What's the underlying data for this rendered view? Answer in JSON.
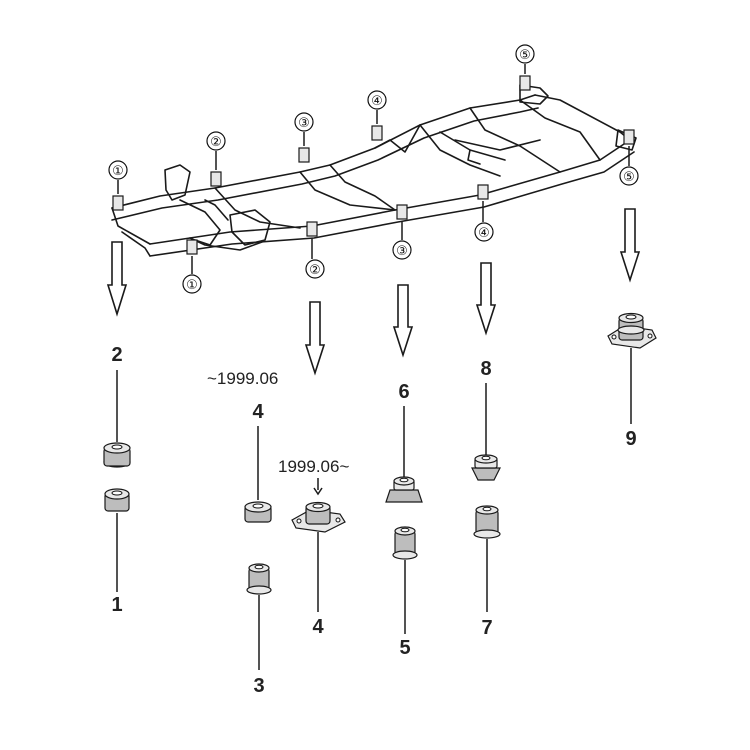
{
  "callouts_frame": [
    {
      "id": "frame-callout-1-left",
      "text": "①"
    },
    {
      "id": "frame-callout-1-front",
      "text": "①"
    },
    {
      "id": "frame-callout-2-top",
      "text": "②"
    },
    {
      "id": "frame-callout-2-bottom",
      "text": "②"
    },
    {
      "id": "frame-callout-3-top",
      "text": "③"
    },
    {
      "id": "frame-callout-3-bottom",
      "text": "③"
    },
    {
      "id": "frame-callout-4-top",
      "text": "④"
    },
    {
      "id": "frame-callout-4-bottom",
      "text": "④"
    },
    {
      "id": "frame-callout-5-top",
      "text": "⑤"
    },
    {
      "id": "frame-callout-5-right",
      "text": "⑤"
    }
  ],
  "part_numbers": {
    "p1": "1",
    "p2": "2",
    "p3": "3",
    "p4a": "4",
    "p4b": "4",
    "p5": "5",
    "p6": "6",
    "p7": "7",
    "p8": "8",
    "p9": "9"
  },
  "notes": {
    "before": "~1999.06",
    "after": "1999.06~"
  }
}
